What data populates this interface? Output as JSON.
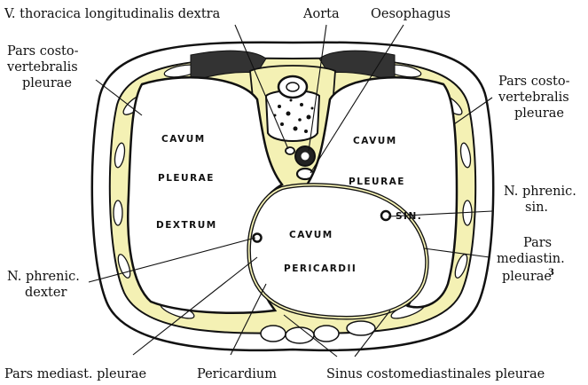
{
  "labels": {
    "v_thoracica": "V. thoracica longitudinalis dextra",
    "aorta": "Aorta",
    "oesophagus": "Oesophagus",
    "pars_costo_left_1": "Pars costo-",
    "pars_costo_left_2": "vertebralis",
    "pars_costo_left_3": "pleurae",
    "pars_costo_right_1": "Pars costo-",
    "pars_costo_right_2": "vertebralis",
    "pars_costo_right_3": "pleurae",
    "n_phrenic_sin_1": "N. phrenic.",
    "n_phrenic_sin_2": "sin.",
    "pars_mediastin_1": "Pars",
    "pars_mediastin_2": "mediastin.",
    "pars_mediastin_3": "pleurae",
    "pars_mediastin_sup": "3",
    "n_phrenic_dexter_1": "N. phrenic.",
    "n_phrenic_dexter_2": "dexter",
    "pars_mediast_pleurae": "Pars mediast. pleurae",
    "pericardium": "Pericardium",
    "sinus": "Sinus costomediastinales pleurae"
  },
  "inner_labels": {
    "cavum_left": "CAVUM",
    "pleurae_left": "PLEURAE",
    "dextrum": "DEXTRUM",
    "cavum_right": "CAVUM",
    "pleurae_right": "PLEURAE",
    "sin": "SIN.",
    "cavum_peri": "CAVUM",
    "pericardii": "PERICARDII"
  },
  "colors": {
    "pleura": "#f4f1b4",
    "outline": "#111111",
    "background": "#ffffff"
  }
}
